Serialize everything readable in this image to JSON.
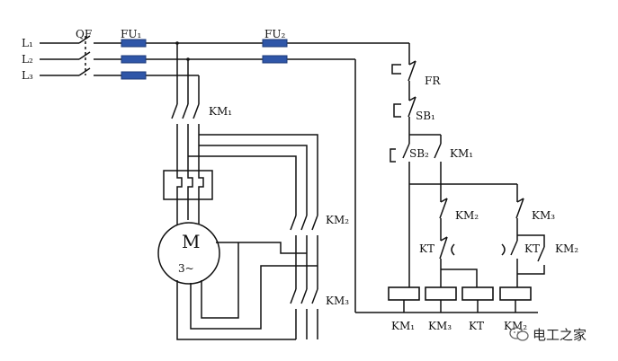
{
  "labels": {
    "L1": "L₁",
    "L2": "L₂",
    "L3": "L₃",
    "QF": "QF",
    "FU1": "FU₁",
    "FU2": "FU₂",
    "KM1_main": "KM₁",
    "KM2_main": "KM₂",
    "KM3_main": "KM₃",
    "motor": "M",
    "motor_phase": "3~",
    "FR": "FR",
    "SB1": "SB₁",
    "SB2": "SB₂",
    "KM1_hold": "KM₁",
    "KM2_nc": "KM₂",
    "KM3_nc": "KM₃",
    "KT_left": "KT",
    "KT_right": "KT",
    "KM2_aux": "KM₂",
    "coil_KM1": "KM₁",
    "coil_KM3": "KM₃",
    "coil_KT": "KT",
    "coil_KM2": "KM₂"
  },
  "watermark": {
    "text": "电工之家",
    "icon": "wechat-icon"
  },
  "colors": {
    "line": "#111111",
    "fuse": "#2f56a8"
  }
}
